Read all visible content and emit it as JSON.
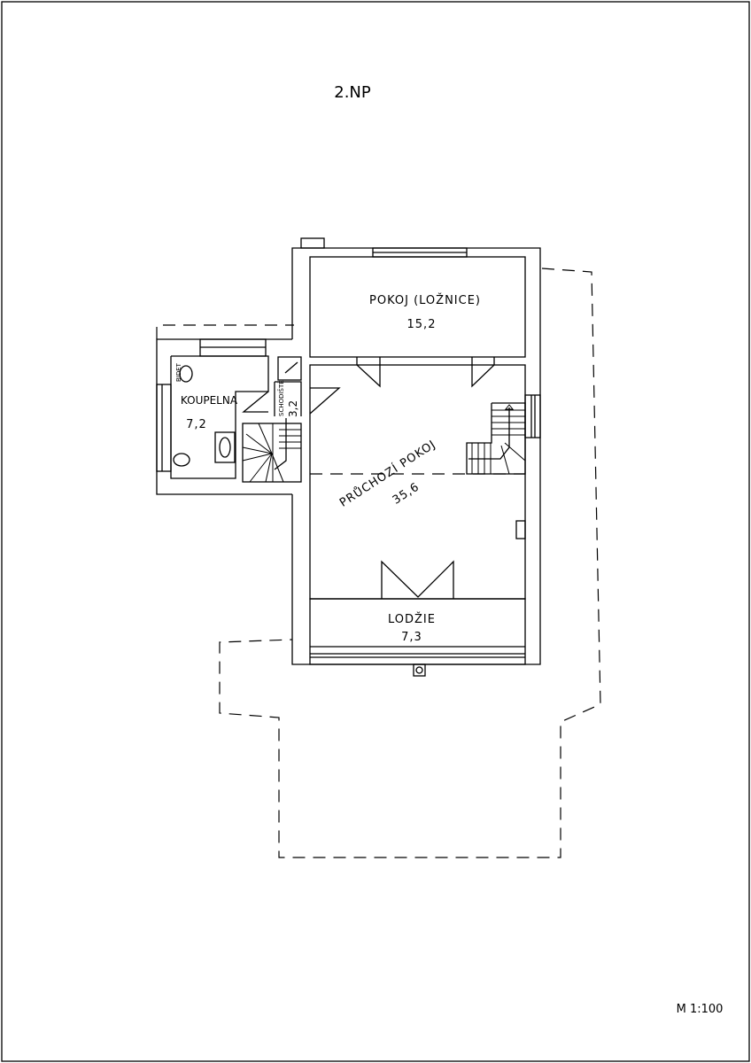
{
  "title": "2.NP",
  "scale": "M  1:100",
  "rooms": [
    {
      "name": "POKOJ (LOŽNICE)",
      "area": "15,2"
    },
    {
      "name": "PRŮCHOZÍ POKOJ",
      "area": "35,6"
    },
    {
      "name": "LODŽIE",
      "area": "7,3"
    },
    {
      "name": "KOUPELNA",
      "area": "7,2"
    },
    {
      "name": "SCHODIŠTĚ",
      "area": "3,2"
    }
  ],
  "fixtures": {
    "bidet": "BIDET"
  }
}
